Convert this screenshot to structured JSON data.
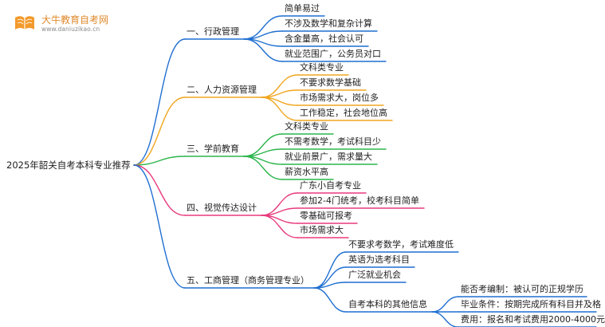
{
  "brand": {
    "name": "大牛教育自考网",
    "url": "www.daniuzikao.cn",
    "color": "#f39a2c"
  },
  "root": {
    "label": "2025年韶关自考本科专业推荐"
  },
  "branches": [
    {
      "label": "一、行政管理",
      "color": "#1f6fd1",
      "leaves": [
        {
          "label": "简单易过"
        },
        {
          "label": "不涉及数学和复杂计算"
        },
        {
          "label": "含金量高，社会认可"
        },
        {
          "label": "就业范围广，公务员对口"
        }
      ]
    },
    {
      "label": "二、人力资源管理",
      "color": "#f0a61e",
      "leaves": [
        {
          "label": "文科类专业"
        },
        {
          "label": "不要求数学基础"
        },
        {
          "label": "市场需求大，岗位多"
        },
        {
          "label": "工作稳定，社会地位高"
        }
      ]
    },
    {
      "label": "三、学前教育",
      "color": "#2bb54b",
      "leaves": [
        {
          "label": "文科类专业"
        },
        {
          "label": "不需考数学，考试科目少"
        },
        {
          "label": "就业前景广，需求量大"
        },
        {
          "label": "薪资水平高"
        }
      ]
    },
    {
      "label": "四、视觉传达设计",
      "color": "#e83a7d",
      "leaves": [
        {
          "label": "广东小自考专业"
        },
        {
          "label": "参加2-4门统考，校考科目简单"
        },
        {
          "label": "零基础可报考"
        },
        {
          "label": "市场需求大"
        }
      ]
    },
    {
      "label": "五、工商管理（商务管理专业）",
      "color": "#1f6fd1",
      "leaves": [
        {
          "label": "不要求考数学，考试难度低"
        },
        {
          "label": "英语为选考科目"
        },
        {
          "label": "广泛就业机会"
        },
        {
          "label": "自考本科的其他信息",
          "children": [
            {
              "label": "能否考编制：被认可的正规学历"
            },
            {
              "label": "毕业条件：按期完成所有科目并及格"
            },
            {
              "label": "费用：报名和考试费用2000-4000元"
            }
          ]
        }
      ]
    }
  ]
}
